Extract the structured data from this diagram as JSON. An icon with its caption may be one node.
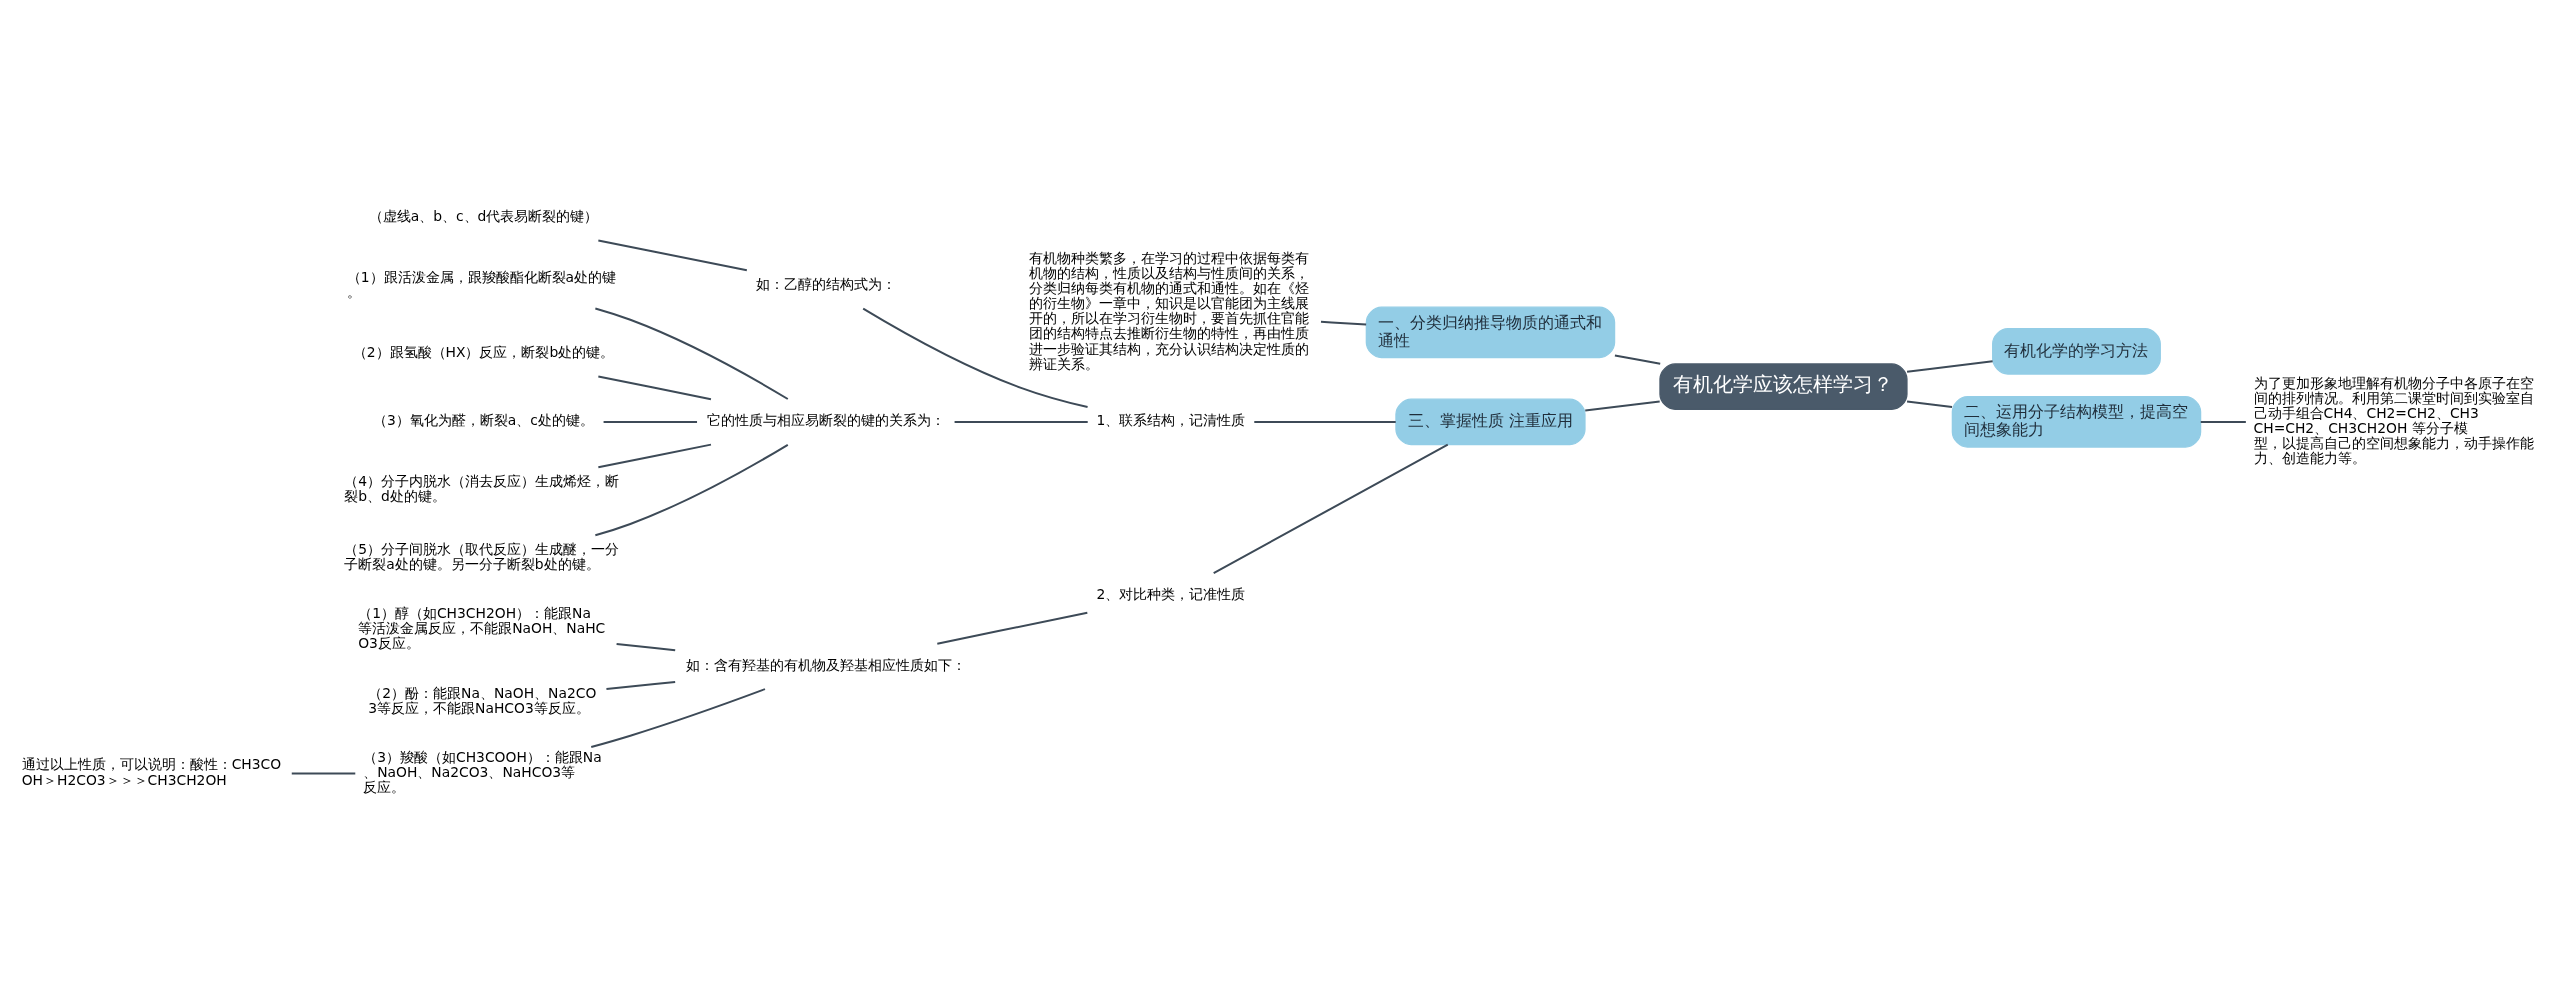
{
  "diagram": {
    "nodes": [
      {
        "text": [
          "有机化学应该怎样学习？"
        ]
      },
      {
        "text": [
          "有机化学的学习方法"
        ]
      },
      {
        "text": [
          "二、运用分子结构模型，提高空间想象能力"
        ]
      },
      {
        "text": [
          "为了更加形象地理解有机物分子中各原子在空间的排列情况。利用第二课堂时间到实验室自己动手组合CH4、CH2=CH2、CH3CH=CH2、CH3CH2OH 等分子模型，以提高自己的空间想象能力，动手操作能力、创造能力等。"
        ]
      },
      {
        "text": [
          "一、分类归纳推导物质的通式和通性"
        ]
      },
      {
        "text": [
          "有机物种类繁多，在学习的过程中依据每类有机物的结构，性质以及结构与性质间的关系，分类归纳每类有机物的通式和通性。如在《烃的衍生物》一章中，知识是以官能团为主线展开的，所以在学习衍生物时，要首先抓住官能团的结构特点去推断衍生物的特性，再由性质进一步验证其结构，充分认识结构决定性质的辨证关系。"
        ]
      },
      {
        "text": [
          "三、掌握性质 注重应用"
        ]
      },
      {
        "text": [
          "1、联系结构，记清性质"
        ]
      },
      {
        "text": [
          "如：乙醇的结构式为："
        ]
      },
      {
        "text": [
          "（虚线a、b、c、d代表易断裂的键）"
        ]
      },
      {
        "text": [
          "它的性质与相应易断裂的键的关系为："
        ]
      },
      {
        "text": [
          "（1）跟活泼金属，跟羧酸酯化断裂a处的键。"
        ]
      },
      {
        "text": [
          "（2）跟氢酸（HX）反应，断裂b处的键。"
        ]
      },
      {
        "text": [
          "（3）氧化为醛，断裂a、c处的键。"
        ]
      },
      {
        "text": [
          "（4）分子内脱水（消去反应）生成烯烃，断裂b、d处的键。"
        ]
      },
      {
        "text": [
          "（5）分子间脱水（取代反应）生成醚，一分子断裂a处的键。另一分子断裂b处的键。"
        ]
      },
      {
        "text": [
          "2、对比种类，记准性质"
        ]
      },
      {
        "text": [
          "如：含有羟基的有机物及羟基相应性质如下："
        ]
      },
      {
        "text": [
          "（1）醇（如CH3CH2OH）：能跟Na等活泼金属反应，不能跟NaOH、NaHCO3反应。"
        ]
      },
      {
        "text": [
          "（2）酚：能跟Na、NaOH、Na2CO3等反应，不能跟NaHCO3等反应。"
        ]
      },
      {
        "text": [
          "（3）羧酸（如CH3COOH）：能跟Na、NaOH、Na2CO3、NaHCO3等反应。"
        ]
      },
      {
        "text": [
          "通过以上性质，可以说明：酸性：CH3COOH＞H2CO3＞＞＞CH3CH2OH"
        ]
      }
    ],
    "edges": [
      {
        "from": 0,
        "to": 1,
        "arrow": "none"
      },
      {
        "from": 0,
        "to": 2,
        "arrow": "none"
      },
      {
        "from": 2,
        "to": 3,
        "arrow": "none"
      },
      {
        "from": 0,
        "to": 4,
        "arrow": "none"
      },
      {
        "from": 4,
        "to": 5,
        "arrow": "none"
      },
      {
        "from": 0,
        "to": 6,
        "arrow": "none"
      },
      {
        "from": 6,
        "to": 7,
        "arrow": "none"
      },
      {
        "from": 7,
        "to": 8,
        "arrow": "none"
      },
      {
        "from": 8,
        "to": 9,
        "arrow": "none"
      },
      {
        "from": 7,
        "to": 10,
        "arrow": "none"
      },
      {
        "from": 10,
        "to": 11,
        "arrow": "none"
      },
      {
        "from": 10,
        "to": 12,
        "arrow": "none"
      },
      {
        "from": 10,
        "to": 13,
        "arrow": "none"
      },
      {
        "from": 10,
        "to": 14,
        "arrow": "none"
      },
      {
        "from": 10,
        "to": 15,
        "arrow": "none"
      },
      {
        "from": 6,
        "to": 16,
        "arrow": "none"
      },
      {
        "from": 16,
        "to": 17,
        "arrow": "none"
      },
      {
        "from": 17,
        "to": 18,
        "arrow": "none"
      },
      {
        "from": 17,
        "to": 19,
        "arrow": "none"
      },
      {
        "from": 17,
        "to": 20,
        "arrow": "none"
      },
      {
        "from": 20,
        "to": 21,
        "arrow": "none"
      }
    ]
  }
}
